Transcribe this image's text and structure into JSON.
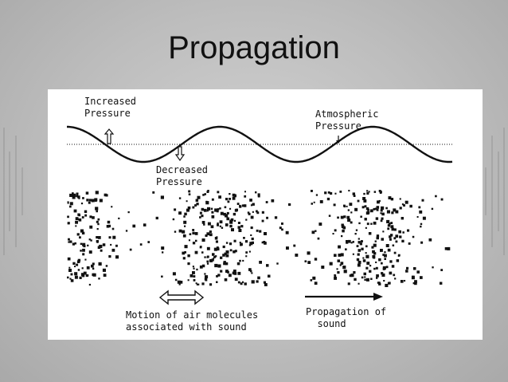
{
  "slide": {
    "title": "Propagation"
  },
  "diagram": {
    "labels": {
      "increased_pressure": "Increased\nPressure",
      "decreased_pressure": "Decreased\nPressure",
      "atmospheric_pressure": "Atmospheric\nPressure",
      "motion_caption": "Motion of air molecules\nassociated with sound",
      "propagation_caption": "Propagation of\n  sound"
    },
    "colors": {
      "ink": "#111111",
      "panel": "#ffffff",
      "background": "#bdbdbd"
    }
  }
}
